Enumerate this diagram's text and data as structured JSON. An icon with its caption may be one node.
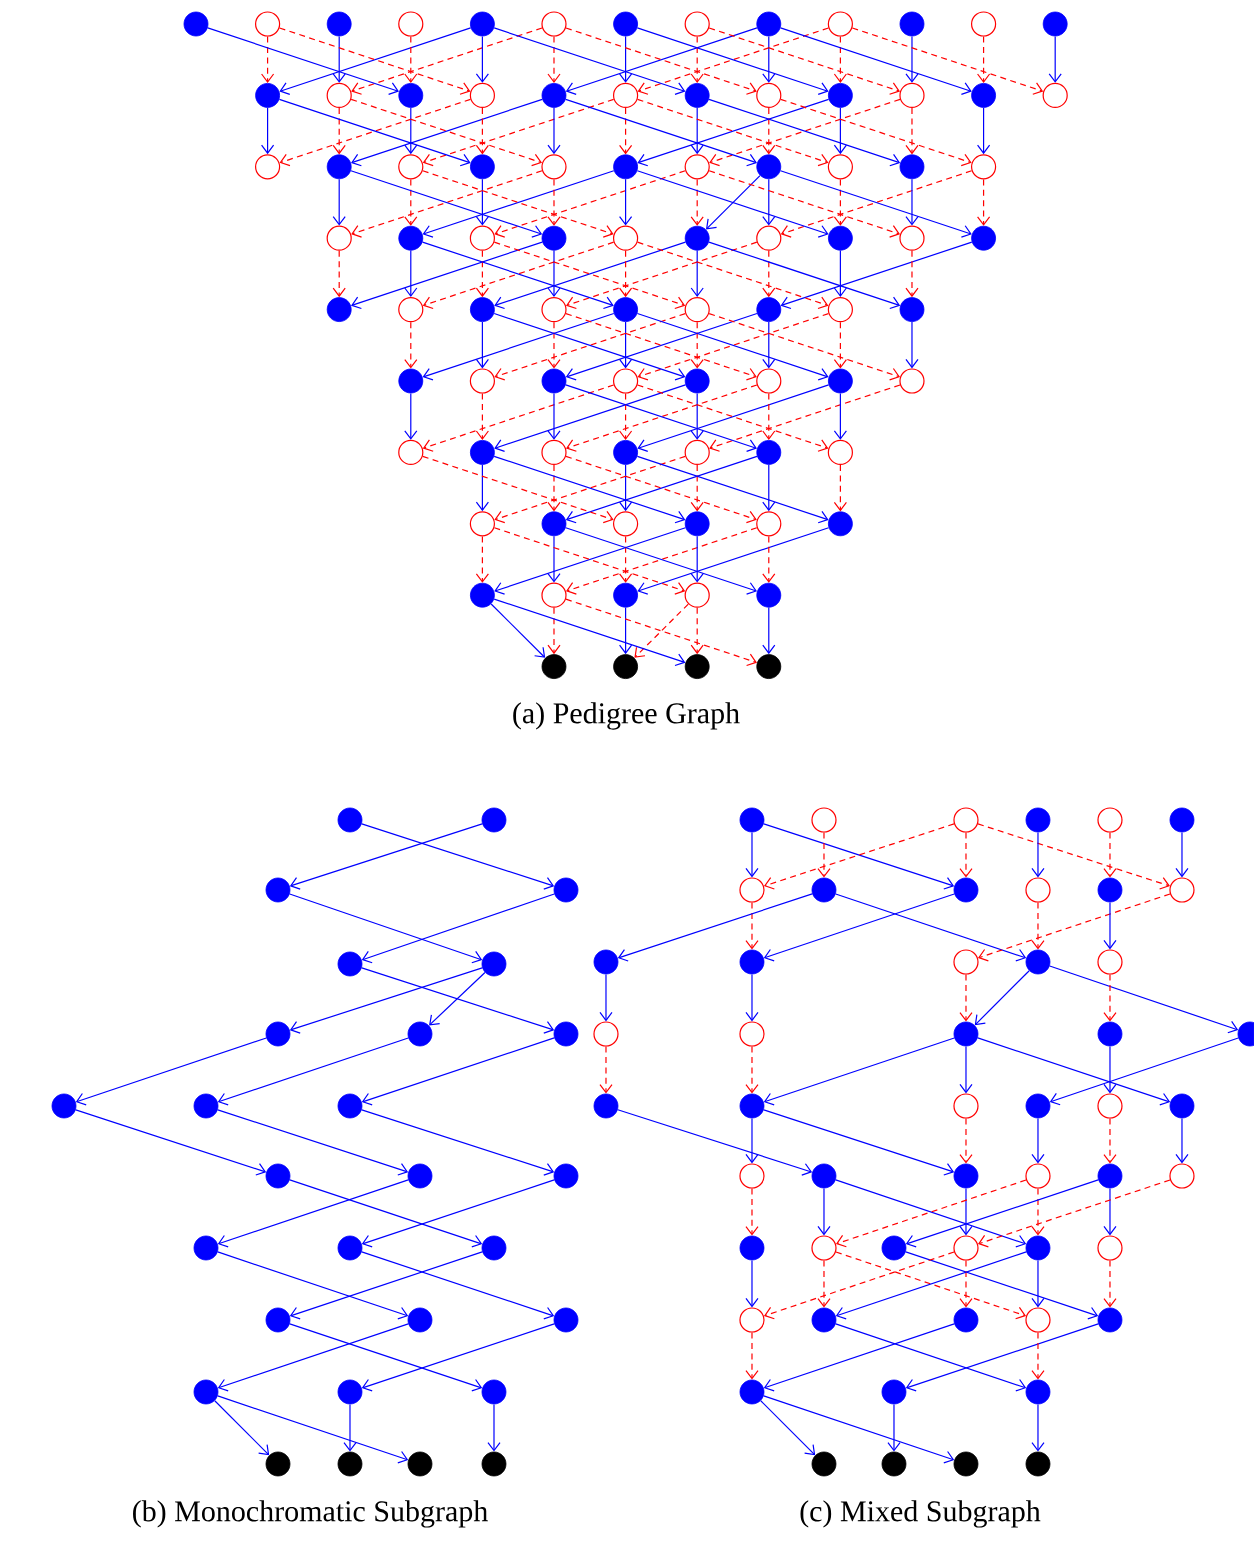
{
  "diagram": {
    "nodes": [
      {
        "text": [],
        "shape": "circle"
      },
      {
        "text": [],
        "shape": "circle"
      },
      {
        "text": [],
        "shape": "circle"
      },
      {
        "text": [],
        "shape": "circle"
      },
      {
        "text": [],
        "shape": "circle"
      },
      {
        "text": [],
        "shape": "circle"
      },
      {
        "text": [],
        "shape": "circle"
      },
      {
        "text": [],
        "shape": "circle"
      },
      {
        "text": [],
        "shape": "circle"
      },
      {
        "text": [],
        "shape": "circle"
      },
      {
        "text": [],
        "shape": "circle"
      },
      {
        "text": [],
        "shape": "circle"
      },
      {
        "text": [],
        "shape": "circle"
      },
      {
        "text": [],
        "shape": "circle"
      },
      {
        "text": [],
        "shape": "circle"
      },
      {
        "text": [],
        "shape": "circle"
      },
      {
        "text": [],
        "shape": "circle"
      },
      {
        "text": [],
        "shape": "circle"
      },
      {
        "text": [],
        "shape": "circle"
      },
      {
        "text": [],
        "shape": "circle"
      },
      {
        "text": [],
        "shape": "circle"
      },
      {
        "text": [],
        "shape": "circle"
      },
      {
        "text": [],
        "shape": "circle"
      },
      {
        "text": [],
        "shape": "circle"
      },
      {
        "text": [],
        "shape": "circle"
      },
      {
        "text": [],
        "shape": "circle"
      },
      {
        "text": [],
        "shape": "circle"
      },
      {
        "text": [],
        "shape": "circle"
      },
      {
        "text": [],
        "shape": "circle"
      },
      {
        "text": [],
        "shape": "circle"
      },
      {
        "text": [],
        "shape": "circle"
      },
      {
        "text": [],
        "shape": "circle"
      },
      {
        "text": [],
        "shape": "circle"
      },
      {
        "text": [],
        "shape": "circle"
      },
      {
        "text": [],
        "shape": "circle"
      },
      {
        "text": [],
        "shape": "circle"
      },
      {
        "text": [],
        "shape": "circle"
      },
      {
        "text": [],
        "shape": "circle"
      },
      {
        "text": [],
        "shape": "circle"
      },
      {
        "text": [],
        "shape": "circle"
      },
      {
        "text": [],
        "shape": "circle"
      },
      {
        "text": [],
        "shape": "circle"
      },
      {
        "text": [],
        "shape": "circle"
      },
      {
        "text": [],
        "shape": "circle"
      },
      {
        "text": [],
        "shape": "circle"
      },
      {
        "text": [],
        "shape": "circle"
      },
      {
        "text": [],
        "shape": "circle"
      },
      {
        "text": [],
        "shape": "circle"
      },
      {
        "text": [],
        "shape": "circle"
      },
      {
        "text": [],
        "shape": "circle"
      },
      {
        "text": [],
        "shape": "circle"
      },
      {
        "text": [],
        "shape": "circle"
      },
      {
        "text": [],
        "shape": "circle"
      },
      {
        "text": [],
        "shape": "circle"
      },
      {
        "text": [],
        "shape": "circle"
      },
      {
        "text": [],
        "shape": "circle"
      },
      {
        "text": [],
        "shape": "circle"
      },
      {
        "text": [],
        "shape": "circle"
      },
      {
        "text": [],
        "shape": "circle"
      },
      {
        "text": [],
        "shape": "circle"
      },
      {
        "text": [],
        "shape": "circle"
      },
      {
        "text": [],
        "shape": "circle"
      },
      {
        "text": [],
        "shape": "circle"
      },
      {
        "text": [],
        "shape": "circle"
      },
      {
        "text": [],
        "shape": "circle"
      },
      {
        "text": [],
        "shape": "circle"
      },
      {
        "text": [],
        "shape": "circle"
      },
      {
        "text": [],
        "shape": "circle"
      },
      {
        "text": [],
        "shape": "circle"
      },
      {
        "text": [],
        "shape": "circle"
      },
      {
        "text": [],
        "shape": "circle"
      },
      {
        "text": [],
        "shape": "circle"
      },
      {
        "text": [],
        "shape": "circle"
      },
      {
        "text": [],
        "shape": "circle"
      },
      {
        "text": [],
        "shape": "circle"
      },
      {
        "text": [],
        "shape": "circle"
      },
      {
        "text": [],
        "shape": "circle"
      },
      {
        "text": [],
        "shape": "circle"
      },
      {
        "text": [],
        "shape": "circle"
      },
      {
        "text": [],
        "shape": "circle"
      },
      {
        "text": [],
        "shape": "circle"
      },
      {
        "text": [],
        "shape": "circle"
      },
      {
        "text": [],
        "shape": "circle"
      },
      {
        "text": [],
        "shape": "circle"
      },
      {
        "text": [],
        "shape": "circle"
      },
      {
        "text": [],
        "shape": "circle"
      },
      {
        "text": [],
        "shape": "circle"
      },
      {
        "text": [],
        "shape": "circle"
      },
      {
        "text": [],
        "shape": "circle"
      },
      {
        "text": [],
        "shape": "circle"
      },
      {
        "text": [],
        "shape": "circle"
      },
      {
        "text": [],
        "shape": "circle"
      },
      {
        "text": [],
        "shape": "circle"
      },
      {
        "text": [],
        "shape": "circle"
      },
      {
        "text": [],
        "shape": "circle"
      },
      {
        "text": [],
        "shape": "circle"
      },
      {
        "text": [],
        "shape": "circle"
      },
      {
        "text": [],
        "shape": "circle"
      },
      {
        "text": [],
        "shape": "circle"
      },
      {
        "text": [],
        "shape": "circle"
      },
      {
        "text": [],
        "shape": "circle"
      },
      {
        "text": [],
        "shape": "circle"
      },
      {
        "text": [],
        "shape": "circle"
      },
      {
        "text": [],
        "shape": "circle"
      },
      {
        "text": [],
        "shape": "circle"
      },
      {
        "text": [],
        "shape": "circle"
      },
      {
        "text": [],
        "shape": "circle"
      },
      {
        "text": [],
        "shape": "circle"
      },
      {
        "text": [],
        "shape": "circle"
      },
      {
        "text": [],
        "shape": "circle"
      },
      {
        "text": [],
        "shape": "circle"
      },
      {
        "text": [],
        "shape": "circle"
      },
      {
        "text": [],
        "shape": "circle"
      },
      {
        "text": [],
        "shape": "circle"
      },
      {
        "text": [],
        "shape": "circle"
      },
      {
        "text": [],
        "shape": "circle"
      },
      {
        "text": [],
        "shape": "circle"
      },
      {
        "text": [],
        "shape": "circle"
      },
      {
        "text": [],
        "shape": "circle"
      },
      {
        "text": [],
        "shape": "circle"
      },
      {
        "text": [],
        "shape": "circle"
      },
      {
        "text": [],
        "shape": "circle"
      },
      {
        "text": [],
        "shape": "circle"
      },
      {
        "text": [],
        "shape": "circle"
      },
      {
        "text": [],
        "shape": "circle"
      },
      {
        "text": [],
        "shape": "circle"
      },
      {
        "text": [],
        "shape": "circle"
      },
      {
        "text": [],
        "shape": "circle"
      },
      {
        "text": [],
        "shape": "circle"
      },
      {
        "text": [],
        "shape": "circle"
      },
      {
        "text": [],
        "shape": "circle"
      },
      {
        "text": [],
        "shape": "circle"
      },
      {
        "text": [],
        "shape": "circle"
      },
      {
        "text": [],
        "shape": "circle"
      },
      {
        "text": [],
        "shape": "circle"
      },
      {
        "text": [],
        "shape": "circle"
      },
      {
        "text": [],
        "shape": "circle"
      },
      {
        "text": [],
        "shape": "circle"
      },
      {
        "text": [],
        "shape": "circle"
      },
      {
        "text": [],
        "shape": "circle"
      },
      {
        "text": [],
        "shape": "circle"
      },
      {
        "text": [],
        "shape": "circle"
      },
      {
        "text": [],
        "shape": "circle"
      },
      {
        "text": [],
        "shape": "circle"
      },
      {
        "text": [],
        "shape": "circle"
      },
      {
        "text": [],
        "shape": "circle"
      },
      {
        "text": [],
        "shape": "circle"
      },
      {
        "text": [],
        "shape": "circle"
      },
      {
        "text": [],
        "shape": "circle"
      },
      {
        "text": [],
        "shape": "circle"
      },
      {
        "text": [],
        "shape": "circle"
      },
      {
        "text": [],
        "shape": "circle"
      },
      {
        "text": [],
        "shape": "circle"
      },
      {
        "text": [],
        "shape": "circle"
      },
      {
        "text": [],
        "shape": "circle"
      },
      {
        "text": [],
        "shape": "circle"
      },
      {
        "text": [],
        "shape": "circle"
      },
      {
        "text": [],
        "shape": "circle"
      },
      {
        "text": [],
        "shape": "circle"
      },
      {
        "text": [],
        "shape": "circle"
      },
      {
        "text": [],
        "shape": "circle"
      },
      {
        "text": [],
        "shape": "circle"
      },
      {
        "text": [],
        "shape": "circle"
      },
      {
        "text": [],
        "shape": "circle"
      },
      {
        "text": [],
        "shape": "circle"
      }
    ],
    "edges": [
      {
        "from": 1,
        "to": 13,
        "arrow": "to",
        "style": "dashed",
        "color": "#ff0000"
      },
      {
        "from": 4,
        "to": 13,
        "arrow": "to"
      },
      {
        "from": 2,
        "to": 14,
        "arrow": "to"
      },
      {
        "from": 5,
        "to": 14,
        "arrow": "to",
        "style": "dashed",
        "color": "#ff0000"
      },
      {
        "from": 3,
        "to": 15,
        "arrow": "to",
        "style": "dashed",
        "color": "#ff0000"
      },
      {
        "from": 0,
        "to": 15,
        "arrow": "to"
      },
      {
        "from": 4,
        "to": 16,
        "arrow": "to"
      },
      {
        "from": 1,
        "to": 16,
        "arrow": "to",
        "style": "dashed",
        "color": "#ff0000"
      },
      {
        "from": 5,
        "to": 17,
        "arrow": "to",
        "style": "dashed",
        "color": "#ff0000"
      },
      {
        "from": 8,
        "to": 17,
        "arrow": "to"
      },
      {
        "from": 6,
        "to": 18,
        "arrow": "to"
      },
      {
        "from": 9,
        "to": 18,
        "arrow": "to",
        "style": "dashed",
        "color": "#ff0000"
      },
      {
        "from": 7,
        "to": 19,
        "arrow": "to",
        "style": "dashed",
        "color": "#ff0000"
      },
      {
        "from": 4,
        "to": 19,
        "arrow": "to"
      },
      {
        "from": 8,
        "to": 20,
        "arrow": "to"
      },
      {
        "from": 5,
        "to": 20,
        "arrow": "to",
        "style": "dashed",
        "color": "#ff0000"
      },
      {
        "from": 9,
        "to": 21,
        "arrow": "to",
        "style": "dashed",
        "color": "#ff0000"
      },
      {
        "from": 6,
        "to": 21,
        "arrow": "to"
      },
      {
        "from": 10,
        "to": 22,
        "arrow": "to"
      },
      {
        "from": 7,
        "to": 22,
        "arrow": "to",
        "style": "dashed",
        "color": "#ff0000"
      },
      {
        "from": 11,
        "to": 23,
        "arrow": "to",
        "style": "dashed",
        "color": "#ff0000"
      },
      {
        "from": 8,
        "to": 23,
        "arrow": "to"
      },
      {
        "from": 12,
        "to": 24,
        "arrow": "to"
      },
      {
        "from": 9,
        "to": 24,
        "arrow": "to",
        "style": "dashed",
        "color": "#ff0000"
      },
      {
        "from": 13,
        "to": 25,
        "arrow": "to"
      },
      {
        "from": 16,
        "to": 25,
        "arrow": "to",
        "style": "dashed",
        "color": "#ff0000"
      },
      {
        "from": 14,
        "to": 26,
        "arrow": "to",
        "style": "dashed",
        "color": "#ff0000"
      },
      {
        "from": 17,
        "to": 26,
        "arrow": "to"
      },
      {
        "from": 15,
        "to": 27,
        "arrow": "to"
      },
      {
        "from": 18,
        "to": 27,
        "arrow": "to",
        "style": "dashed",
        "color": "#ff0000"
      },
      {
        "from": 16,
        "to": 28,
        "arrow": "to",
        "style": "dashed",
        "color": "#ff0000"
      },
      {
        "from": 13,
        "to": 28,
        "arrow": "to"
      },
      {
        "from": 17,
        "to": 29,
        "arrow": "to"
      },
      {
        "from": 14,
        "to": 29,
        "arrow": "to",
        "style": "dashed",
        "color": "#ff0000"
      },
      {
        "from": 18,
        "to": 30,
        "arrow": "to",
        "style": "dashed",
        "color": "#ff0000"
      },
      {
        "from": 21,
        "to": 30,
        "arrow": "to"
      },
      {
        "from": 19,
        "to": 31,
        "arrow": "to"
      },
      {
        "from": 22,
        "to": 31,
        "arrow": "to",
        "style": "dashed",
        "color": "#ff0000"
      },
      {
        "from": 20,
        "to": 32,
        "arrow": "to",
        "style": "dashed",
        "color": "#ff0000"
      },
      {
        "from": 17,
        "to": 32,
        "arrow": "to"
      },
      {
        "from": 21,
        "to": 33,
        "arrow": "to"
      },
      {
        "from": 18,
        "to": 33,
        "arrow": "to",
        "style": "dashed",
        "color": "#ff0000"
      },
      {
        "from": 22,
        "to": 34,
        "arrow": "to",
        "style": "dashed",
        "color": "#ff0000"
      },
      {
        "from": 19,
        "to": 34,
        "arrow": "to"
      },
      {
        "from": 23,
        "to": 35,
        "arrow": "to"
      },
      {
        "from": 20,
        "to": 35,
        "arrow": "to",
        "style": "dashed",
        "color": "#ff0000"
      },
      {
        "from": 26,
        "to": 36,
        "arrow": "to"
      },
      {
        "from": 29,
        "to": 36,
        "arrow": "to",
        "style": "dashed",
        "color": "#ff0000"
      },
      {
        "from": 27,
        "to": 37,
        "arrow": "to",
        "style": "dashed",
        "color": "#ff0000"
      },
      {
        "from": 30,
        "to": 37,
        "arrow": "to"
      },
      {
        "from": 28,
        "to": 38,
        "arrow": "to"
      },
      {
        "from": 31,
        "to": 38,
        "arrow": "to",
        "style": "dashed",
        "color": "#ff0000"
      },
      {
        "from": 29,
        "to": 39,
        "arrow": "to",
        "style": "dashed",
        "color": "#ff0000"
      },
      {
        "from": 26,
        "to": 39,
        "arrow": "to"
      },
      {
        "from": 30,
        "to": 40,
        "arrow": "to"
      },
      {
        "from": 27,
        "to": 40,
        "arrow": "to",
        "style": "dashed",
        "color": "#ff0000"
      },
      {
        "from": 31,
        "to": 41,
        "arrow": "to",
        "style": "dashed",
        "color": "#ff0000"
      },
      {
        "from": 32,
        "to": 41,
        "arrow": "to"
      },
      {
        "from": 32,
        "to": 42,
        "arrow": "to"
      },
      {
        "from": 35,
        "to": 42,
        "arrow": "to",
        "style": "dashed",
        "color": "#ff0000"
      },
      {
        "from": 33,
        "to": 43,
        "arrow": "to",
        "style": "dashed",
        "color": "#ff0000"
      },
      {
        "from": 30,
        "to": 43,
        "arrow": "to"
      },
      {
        "from": 34,
        "to": 44,
        "arrow": "to"
      },
      {
        "from": 31,
        "to": 44,
        "arrow": "to",
        "style": "dashed",
        "color": "#ff0000"
      },
      {
        "from": 35,
        "to": 45,
        "arrow": "to",
        "style": "dashed",
        "color": "#ff0000"
      },
      {
        "from": 32,
        "to": 45,
        "arrow": "to"
      },
      {
        "from": 36,
        "to": 46,
        "arrow": "to",
        "style": "dashed",
        "color": "#ff0000"
      },
      {
        "from": 39,
        "to": 46,
        "arrow": "to"
      },
      {
        "from": 37,
        "to": 47,
        "arrow": "to"
      },
      {
        "from": 40,
        "to": 47,
        "arrow": "to",
        "style": "dashed",
        "color": "#ff0000"
      },
      {
        "from": 38,
        "to": 48,
        "arrow": "to",
        "style": "dashed",
        "color": "#ff0000"
      },
      {
        "from": 41,
        "to": 48,
        "arrow": "to"
      },
      {
        "from": 39,
        "to": 49,
        "arrow": "to"
      },
      {
        "from": 42,
        "to": 49,
        "arrow": "to",
        "style": "dashed",
        "color": "#ff0000"
      },
      {
        "from": 40,
        "to": 50,
        "arrow": "to",
        "style": "dashed",
        "color": "#ff0000"
      },
      {
        "from": 37,
        "to": 50,
        "arrow": "to"
      },
      {
        "from": 41,
        "to": 51,
        "arrow": "to"
      },
      {
        "from": 38,
        "to": 51,
        "arrow": "to",
        "style": "dashed",
        "color": "#ff0000"
      },
      {
        "from": 42,
        "to": 52,
        "arrow": "to",
        "style": "dashed",
        "color": "#ff0000"
      },
      {
        "from": 45,
        "to": 52,
        "arrow": "to"
      },
      {
        "from": 43,
        "to": 53,
        "arrow": "to"
      },
      {
        "from": 40,
        "to": 53,
        "arrow": "to",
        "style": "dashed",
        "color": "#ff0000"
      },
      {
        "from": 44,
        "to": 54,
        "arrow": "to",
        "style": "dashed",
        "color": "#ff0000"
      },
      {
        "from": 41,
        "to": 54,
        "arrow": "to"
      },
      {
        "from": 47,
        "to": 55,
        "arrow": "to",
        "style": "dashed",
        "color": "#ff0000"
      },
      {
        "from": 50,
        "to": 55,
        "arrow": "to"
      },
      {
        "from": 48,
        "to": 56,
        "arrow": "to"
      },
      {
        "from": 51,
        "to": 56,
        "arrow": "to",
        "style": "dashed",
        "color": "#ff0000"
      },
      {
        "from": 49,
        "to": 57,
        "arrow": "to",
        "style": "dashed",
        "color": "#ff0000"
      },
      {
        "from": 52,
        "to": 57,
        "arrow": "to"
      },
      {
        "from": 50,
        "to": 58,
        "arrow": "to"
      },
      {
        "from": 53,
        "to": 58,
        "arrow": "to",
        "style": "dashed",
        "color": "#ff0000"
      },
      {
        "from": 51,
        "to": 59,
        "arrow": "to",
        "style": "dashed",
        "color": "#ff0000"
      },
      {
        "from": 48,
        "to": 59,
        "arrow": "to"
      },
      {
        "from": 52,
        "to": 60,
        "arrow": "to"
      },
      {
        "from": 49,
        "to": 60,
        "arrow": "to",
        "style": "dashed",
        "color": "#ff0000"
      },
      {
        "from": 53,
        "to": 61,
        "arrow": "to",
        "style": "dashed",
        "color": "#ff0000"
      },
      {
        "from": 50,
        "to": 61,
        "arrow": "to"
      },
      {
        "from": 54,
        "to": 62,
        "arrow": "to"
      },
      {
        "from": 51,
        "to": 62,
        "arrow": "to",
        "style": "dashed",
        "color": "#ff0000"
      },
      {
        "from": 55,
        "to": 63,
        "arrow": "to"
      },
      {
        "from": 58,
        "to": 63,
        "arrow": "to",
        "style": "dashed",
        "color": "#ff0000"
      },
      {
        "from": 56,
        "to": 64,
        "arrow": "to",
        "style": "dashed",
        "color": "#ff0000"
      },
      {
        "from": 59,
        "to": 64,
        "arrow": "to"
      },
      {
        "from": 57,
        "to": 65,
        "arrow": "to"
      },
      {
        "from": 60,
        "to": 65,
        "arrow": "to",
        "style": "dashed",
        "color": "#ff0000"
      },
      {
        "from": 58,
        "to": 66,
        "arrow": "to",
        "style": "dashed",
        "color": "#ff0000"
      },
      {
        "from": 61,
        "to": 66,
        "arrow": "to"
      },
      {
        "from": 59,
        "to": 67,
        "arrow": "to"
      },
      {
        "from": 62,
        "to": 67,
        "arrow": "to",
        "style": "dashed",
        "color": "#ff0000"
      },
      {
        "from": 60,
        "to": 68,
        "arrow": "to",
        "style": "dashed",
        "color": "#ff0000"
      },
      {
        "from": 57,
        "to": 68,
        "arrow": "to"
      },
      {
        "from": 61,
        "to": 69,
        "arrow": "to"
      },
      {
        "from": 58,
        "to": 69,
        "arrow": "to",
        "style": "dashed",
        "color": "#ff0000"
      },
      {
        "from": 64,
        "to": 70,
        "arrow": "to"
      },
      {
        "from": 67,
        "to": 70,
        "arrow": "to",
        "style": "dashed",
        "color": "#ff0000"
      },
      {
        "from": 65,
        "to": 71,
        "arrow": "to",
        "style": "dashed",
        "color": "#ff0000"
      },
      {
        "from": 68,
        "to": 71,
        "arrow": "to"
      },
      {
        "from": 66,
        "to": 72,
        "arrow": "to"
      },
      {
        "from": 63,
        "to": 72,
        "arrow": "to",
        "style": "dashed",
        "color": "#ff0000"
      },
      {
        "from": 67,
        "to": 73,
        "arrow": "to",
        "style": "dashed",
        "color": "#ff0000"
      },
      {
        "from": 64,
        "to": 73,
        "arrow": "to"
      },
      {
        "from": 68,
        "to": 74,
        "arrow": "to"
      },
      {
        "from": 65,
        "to": 74,
        "arrow": "to",
        "style": "dashed",
        "color": "#ff0000"
      },
      {
        "from": 69,
        "to": 75,
        "arrow": "to",
        "style": "dashed",
        "color": "#ff0000"
      },
      {
        "from": 66,
        "to": 75,
        "arrow": "to"
      },
      {
        "from": 70,
        "to": 76,
        "arrow": "to",
        "style": "dashed",
        "color": "#ff0000"
      },
      {
        "from": 73,
        "to": 76,
        "arrow": "to"
      },
      {
        "from": 71,
        "to": 77,
        "arrow": "to"
      },
      {
        "from": 74,
        "to": 77,
        "arrow": "to",
        "style": "dashed",
        "color": "#ff0000"
      },
      {
        "from": 72,
        "to": 78,
        "arrow": "to",
        "style": "dashed",
        "color": "#ff0000"
      },
      {
        "from": 75,
        "to": 78,
        "arrow": "to"
      },
      {
        "from": 73,
        "to": 79,
        "arrow": "to"
      },
      {
        "from": 70,
        "to": 79,
        "arrow": "to",
        "style": "dashed",
        "color": "#ff0000"
      },
      {
        "from": 74,
        "to": 80,
        "arrow": "to",
        "style": "dashed",
        "color": "#ff0000"
      },
      {
        "from": 71,
        "to": 80,
        "arrow": "to"
      },
      {
        "from": 77,
        "to": 81,
        "arrow": "to",
        "style": "dashed",
        "color": "#ff0000"
      },
      {
        "from": 76,
        "to": 81,
        "arrow": "to"
      },
      {
        "from": 78,
        "to": 82,
        "arrow": "to"
      },
      {
        "from": 79,
        "to": 82,
        "arrow": "to",
        "style": "dashed",
        "color": "#ff0000"
      },
      {
        "from": 79,
        "to": 83,
        "arrow": "to",
        "style": "dashed",
        "color": "#ff0000"
      },
      {
        "from": 76,
        "to": 83,
        "arrow": "to"
      },
      {
        "from": 80,
        "to": 84,
        "arrow": "to"
      },
      {
        "from": 77,
        "to": 84,
        "arrow": "to",
        "style": "dashed",
        "color": "#ff0000"
      },
      {
        "from": 85,
        "to": 88,
        "arrow": "to"
      },
      {
        "from": 86,
        "to": 87,
        "arrow": "to"
      },
      {
        "from": 87,
        "to": 90,
        "arrow": "to"
      },
      {
        "from": 88,
        "to": 89,
        "arrow": "to"
      },
      {
        "from": 90,
        "to": 91,
        "arrow": "to"
      },
      {
        "from": 90,
        "to": 92,
        "arrow": "to"
      },
      {
        "from": 89,
        "to": 93,
        "arrow": "to"
      },
      {
        "from": 91,
        "to": 94,
        "arrow": "to"
      },
      {
        "from": 92,
        "to": 95,
        "arrow": "to"
      },
      {
        "from": 93,
        "to": 96,
        "arrow": "to"
      },
      {
        "from": 94,
        "to": 97,
        "arrow": "to"
      },
      {
        "from": 95,
        "to": 98,
        "arrow": "to"
      },
      {
        "from": 96,
        "to": 99,
        "arrow": "to"
      },
      {
        "from": 98,
        "to": 100,
        "arrow": "to"
      },
      {
        "from": 99,
        "to": 101,
        "arrow": "to"
      },
      {
        "from": 97,
        "to": 102,
        "arrow": "to"
      },
      {
        "from": 100,
        "to": 104,
        "arrow": "to"
      },
      {
        "from": 102,
        "to": 103,
        "arrow": "to"
      },
      {
        "from": 101,
        "to": 105,
        "arrow": "to"
      },
      {
        "from": 103,
        "to": 108,
        "arrow": "to"
      },
      {
        "from": 104,
        "to": 106,
        "arrow": "to"
      },
      {
        "from": 105,
        "to": 107,
        "arrow": "to"
      },
      {
        "from": 106,
        "to": 109,
        "arrow": "to"
      },
      {
        "from": 106,
        "to": 111,
        "arrow": "to"
      },
      {
        "from": 107,
        "to": 110,
        "arrow": "to"
      },
      {
        "from": 108,
        "to": 112,
        "arrow": "to"
      },
      {
        "from": 113,
        "to": 119,
        "arrow": "to"
      },
      {
        "from": 113,
        "to": 121,
        "arrow": "to"
      },
      {
        "from": 114,
        "to": 120,
        "arrow": "to",
        "style": "dashed",
        "color": "#ff0000"
      },
      {
        "from": 115,
        "to": 119,
        "arrow": "to",
        "style": "dashed",
        "color": "#ff0000"
      },
      {
        "from": 115,
        "to": 124,
        "arrow": "to",
        "style": "dashed",
        "color": "#ff0000"
      },
      {
        "from": 115,
        "to": 121,
        "arrow": "to",
        "style": "dashed",
        "color": "#ff0000"
      },
      {
        "from": 116,
        "to": 122,
        "arrow": "to"
      },
      {
        "from": 117,
        "to": 123,
        "arrow": "to",
        "style": "dashed",
        "color": "#ff0000"
      },
      {
        "from": 118,
        "to": 124,
        "arrow": "to"
      },
      {
        "from": 119,
        "to": 126,
        "arrow": "to",
        "style": "dashed",
        "color": "#ff0000"
      },
      {
        "from": 120,
        "to": 125,
        "arrow": "to"
      },
      {
        "from": 120,
        "to": 128,
        "arrow": "to"
      },
      {
        "from": 121,
        "to": 126,
        "arrow": "to"
      },
      {
        "from": 122,
        "to": 128,
        "arrow": "to",
        "style": "dashed",
        "color": "#ff0000"
      },
      {
        "from": 124,
        "to": 127,
        "arrow": "to",
        "style": "dashed",
        "color": "#ff0000"
      },
      {
        "from": 123,
        "to": 129,
        "arrow": "to"
      },
      {
        "from": 125,
        "to": 130,
        "arrow": "to"
      },
      {
        "from": 126,
        "to": 131,
        "arrow": "to"
      },
      {
        "from": 127,
        "to": 132,
        "arrow": "to",
        "style": "dashed",
        "color": "#ff0000"
      },
      {
        "from": 128,
        "to": 132,
        "arrow": "to"
      },
      {
        "from": 128,
        "to": 134,
        "arrow": "to"
      },
      {
        "from": 129,
        "to": 133,
        "arrow": "to",
        "style": "dashed",
        "color": "#ff0000"
      },
      {
        "from": 130,
        "to": 135,
        "arrow": "to",
        "style": "dashed",
        "color": "#ff0000"
      },
      {
        "from": 131,
        "to": 136,
        "arrow": "to",
        "style": "dashed",
        "color": "#ff0000"
      },
      {
        "from": 132,
        "to": 136,
        "arrow": "to"
      },
      {
        "from": 132,
        "to": 137,
        "arrow": "to"
      },
      {
        "from": 132,
        "to": 140,
        "arrow": "to"
      },
      {
        "from": 133,
        "to": 139,
        "arrow": "to"
      },
      {
        "from": 134,
        "to": 138,
        "arrow": "to"
      },
      {
        "from": 135,
        "to": 142,
        "arrow": "to"
      },
      {
        "from": 136,
        "to": 141,
        "arrow": "to"
      },
      {
        "from": 136,
        "to": 143,
        "arrow": "to"
      },
      {
        "from": 137,
        "to": 143,
        "arrow": "to",
        "style": "dashed",
        "color": "#ff0000"
      },
      {
        "from": 138,
        "to": 144,
        "arrow": "to"
      },
      {
        "from": 139,
        "to": 145,
        "arrow": "to",
        "style": "dashed",
        "color": "#ff0000"
      },
      {
        "from": 140,
        "to": 146,
        "arrow": "to"
      },
      {
        "from": 141,
        "to": 147,
        "arrow": "to",
        "style": "dashed",
        "color": "#ff0000"
      },
      {
        "from": 142,
        "to": 148,
        "arrow": "to"
      },
      {
        "from": 142,
        "to": 151,
        "arrow": "to"
      },
      {
        "from": 143,
        "to": 150,
        "arrow": "to"
      },
      {
        "from": 144,
        "to": 151,
        "arrow": "to",
        "style": "dashed",
        "color": "#ff0000"
      },
      {
        "from": 144,
        "to": 148,
        "arrow": "to",
        "style": "dashed",
        "color": "#ff0000"
      },
      {
        "from": 145,
        "to": 149,
        "arrow": "to"
      },
      {
        "from": 145,
        "to": 152,
        "arrow": "to"
      },
      {
        "from": 146,
        "to": 150,
        "arrow": "to",
        "style": "dashed",
        "color": "#ff0000"
      },
      {
        "from": 147,
        "to": 153,
        "arrow": "to"
      },
      {
        "from": 148,
        "to": 154,
        "arrow": "to",
        "style": "dashed",
        "color": "#ff0000"
      },
      {
        "from": 148,
        "to": 156,
        "arrow": "to",
        "style": "dashed",
        "color": "#ff0000"
      },
      {
        "from": 149,
        "to": 157,
        "arrow": "to"
      },
      {
        "from": 150,
        "to": 155,
        "arrow": "to",
        "style": "dashed",
        "color": "#ff0000"
      },
      {
        "from": 150,
        "to": 153,
        "arrow": "to",
        "style": "dashed",
        "color": "#ff0000"
      },
      {
        "from": 151,
        "to": 154,
        "arrow": "to"
      },
      {
        "from": 151,
        "to": 156,
        "arrow": "to"
      },
      {
        "from": 152,
        "to": 157,
        "arrow": "to",
        "style": "dashed",
        "color": "#ff0000"
      },
      {
        "from": 153,
        "to": 158,
        "arrow": "to",
        "style": "dashed",
        "color": "#ff0000"
      },
      {
        "from": 154,
        "to": 160,
        "arrow": "to"
      },
      {
        "from": 155,
        "to": 158,
        "arrow": "to"
      },
      {
        "from": 157,
        "to": 159,
        "arrow": "to"
      },
      {
        "from": 156,
        "to": 160,
        "arrow": "to",
        "style": "dashed",
        "color": "#ff0000"
      },
      {
        "from": 158,
        "to": 161,
        "arrow": "to"
      },
      {
        "from": 158,
        "to": 163,
        "arrow": "to"
      },
      {
        "from": 159,
        "to": 162,
        "arrow": "to"
      },
      {
        "from": 160,
        "to": 164,
        "arrow": "to"
      }
    ],
    "labels": [
      "(a) Pedigree Graph",
      "(b) Monochromatic Subgraph",
      "(c) Mixed Subgraph"
    ]
  }
}
